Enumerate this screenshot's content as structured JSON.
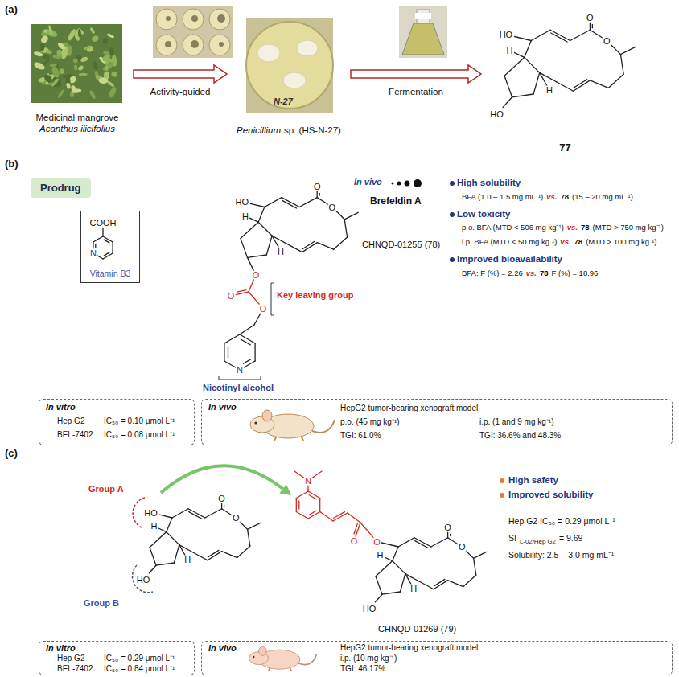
{
  "diagram": {
    "nodes": [
      {
        "text": [
          "Medicinal mangrove",
          "Acanthus ilicifolius"
        ]
      },
      {
        "text": [
          "Penicillium",
          "sp. (HS-N-27)"
        ]
      },
      {
        "text": [
          "77"
        ]
      },
      {
        "text": [
          "Prodrug"
        ]
      },
      {
        "text": [
          "CHNQD-01255 (78)"
        ]
      },
      {
        "text": [
          "Vitamin B3"
        ]
      },
      {
        "text": [
          "In vitro",
          "Hep G2",
          "IC₅₀ = 0.10 μmol L⁻¹",
          "BEL-7402",
          "IC₅₀ = 0.08 μmol L⁻¹"
        ]
      },
      {
        "text": [
          "In vivo",
          "HepG2 tumor-bearing xenograft model",
          "p.o. (45 mg kg⁻¹)",
          "i.p. (1 and 9 mg kg⁻¹)",
          "TGI: 61.0%",
          "TGI: 36.6% and 48.3%"
        ]
      },
      {
        "text": [
          "CHNQD-01269 (79)"
        ]
      },
      {
        "text": [
          "In vitro",
          "Hep G2",
          "IC₅₀ = 0.29 μmol L⁻¹",
          "BEL-7402",
          "IC₅₀ = 0.84 μmol L⁻¹"
        ]
      },
      {
        "text": [
          "In vivo",
          "HepG2 tumor-bearing xenograft model",
          "i.p. (10 mg kg⁻¹)",
          "TGI: 46.17%"
        ]
      }
    ],
    "edges": [
      {
        "from": 0,
        "to": 1,
        "arrow": "to",
        "label": "Activity-guided"
      },
      {
        "from": 1,
        "to": 2,
        "arrow": "to",
        "label": "Fermentation"
      }
    ],
    "labels": [
      "(a)",
      "HO",
      "O",
      "O",
      "H",
      "H",
      "HO",
      "(b)",
      "In vivo",
      "Brefeldin A",
      "COOH",
      "N",
      "Key leaving group",
      "Nicotinyl alcohol",
      "HO",
      "O",
      "O",
      "H",
      "H",
      "O",
      "O",
      "O",
      "N",
      "High solubility",
      "BFA (1.0 – 1.5 mg mL⁻¹)",
      "vs.",
      "78",
      "(15 – 20 mg mL⁻¹)",
      "Low toxicity",
      "p.o. BFA (MTD < 506 mg kg⁻¹)",
      "vs.",
      "78",
      "(MTD > 750 mg kg⁻¹)",
      "i.p. BFA (MTD < 50 mg kg⁻¹)",
      "vs.",
      "78",
      "(MTD > 100 mg kg⁻¹)",
      "Improved bioavailability",
      "BFA: F (%) = 2.26",
      "vs.",
      "78",
      "F (%) = 18.96",
      "(c)",
      "HO",
      "O",
      "O",
      "H",
      "H",
      "HO",
      "Group A",
      "Group B",
      "N",
      "O",
      "O",
      "O",
      "O",
      "H",
      "H",
      "HO",
      "High safety",
      "Improved solubility",
      "Hep G2 IC₅₀ = 0.29 μmol L⁻¹",
      "SI",
      "L-02/Hep G2",
      "= 9.69",
      "Solubility: 2.5 – 3.0 mg mL⁻¹",
      "N-27"
    ]
  }
}
